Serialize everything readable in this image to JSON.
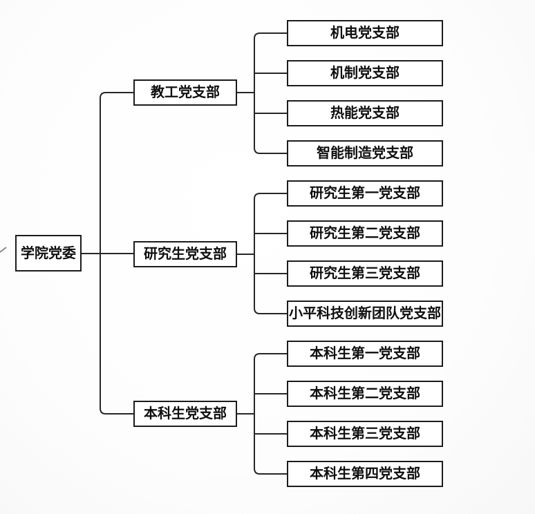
{
  "diagram": {
    "type": "org-chart",
    "root": {
      "label": "学院党委"
    },
    "branches": [
      {
        "label": "教工党支部",
        "children": [
          {
            "label": "机电党支部"
          },
          {
            "label": "机制党支部"
          },
          {
            "label": "热能党支部"
          },
          {
            "label": "智能制造党支部"
          }
        ]
      },
      {
        "label": "研究生党支部",
        "children": [
          {
            "label": "研究生第一党支部"
          },
          {
            "label": "研究生第二党支部"
          },
          {
            "label": "研究生第三党支部"
          },
          {
            "label": "小平科技创新团队党支部"
          }
        ]
      },
      {
        "label": "本科生党支部",
        "children": [
          {
            "label": "本科生第一党支部"
          },
          {
            "label": "本科生第二党支部"
          },
          {
            "label": "本科生第三党支部"
          },
          {
            "label": "本科生第四党支部"
          }
        ]
      }
    ],
    "colors": {
      "line": "#262626",
      "box_border": "#1b1b1b",
      "box_fill": "#ffffff",
      "text": "#0e0e0e",
      "background": "#fdfdfd"
    }
  }
}
